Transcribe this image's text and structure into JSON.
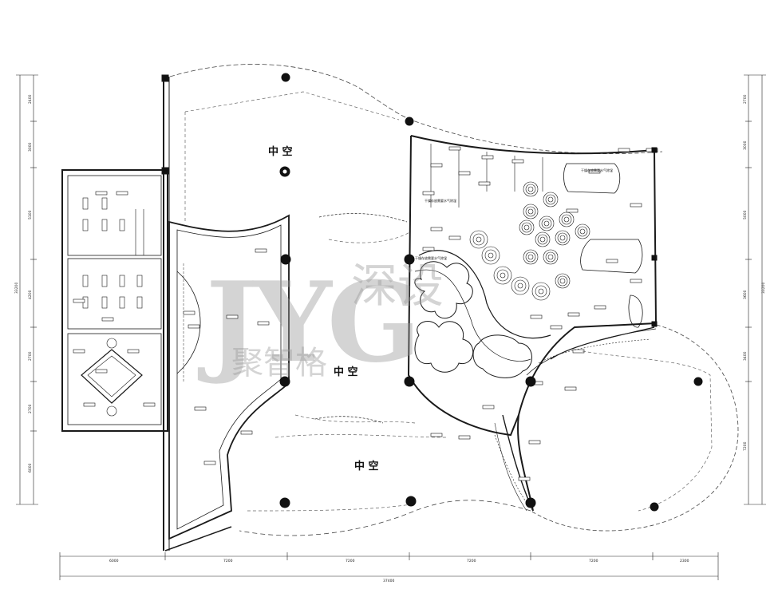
{
  "labels": {
    "atrium_top": "中  空",
    "atrium_mid": "中  空",
    "atrium_bottom": "中  空"
  },
  "watermark": {
    "logo_letters": "JYG",
    "brand_cn_side": "深设",
    "brand_cn_bottom": "聚智格",
    "color": "#9a9a9a"
  },
  "bottom_dimensions": [
    "6000",
    "7200",
    "7200",
    "7200",
    "7200",
    "2300"
  ],
  "bottom_total": "37400",
  "left_dimensions": [
    "2400",
    "3000",
    "5100",
    "4200",
    "2700",
    "2700",
    "6000"
  ],
  "left_total": "33200",
  "right_dimensions": [
    "2700",
    "3000",
    "5000",
    "3600",
    "3400",
    "7200"
  ],
  "right_total": "33200",
  "room_notes": [
    "干燥存放需要水气除湿",
    "干燥存放需要水气除湿",
    "干燥存放需要水气除湿"
  ],
  "colors": {
    "line": "#1a1a1a",
    "dash": "#666666",
    "paper": "#ffffff"
  }
}
